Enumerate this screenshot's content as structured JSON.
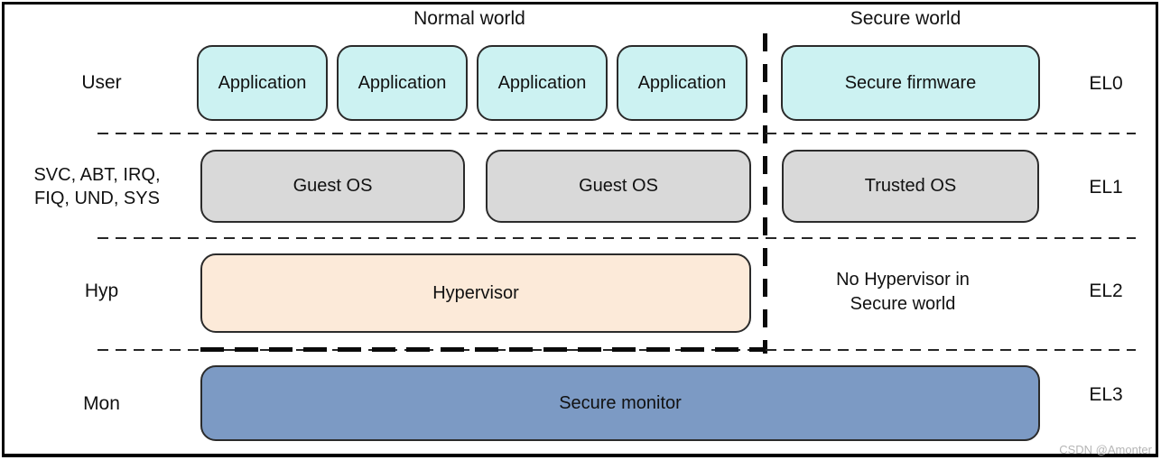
{
  "headers": {
    "normal_world": "Normal world",
    "secure_world": "Secure world"
  },
  "el0": {
    "left_label": "User",
    "apps": [
      "Application",
      "Application",
      "Application",
      "Application"
    ],
    "secure_box": "Secure firmware",
    "el": "EL0"
  },
  "el1": {
    "left_label_line1": "SVC, ABT, IRQ,",
    "left_label_line2": "FIQ, UND, SYS",
    "guest_os": [
      "Guest OS",
      "Guest OS"
    ],
    "secure_box": "Trusted OS",
    "el": "EL1"
  },
  "el2": {
    "left_label": "Hyp",
    "box": "Hypervisor",
    "secure_note_line1": "No Hypervisor in",
    "secure_note_line2": "Secure world",
    "el": "EL2"
  },
  "el3": {
    "left_label": "Mon",
    "box": "Secure monitor",
    "el": "EL3"
  },
  "watermark": "CSDN @Amonter",
  "colors": {
    "application_fill": "#ccf2f2",
    "os_fill": "#d9d9d9",
    "hypervisor_fill": "#fcead9",
    "secure_monitor_fill": "#7c9ac4",
    "line": "#0a0a0a"
  }
}
